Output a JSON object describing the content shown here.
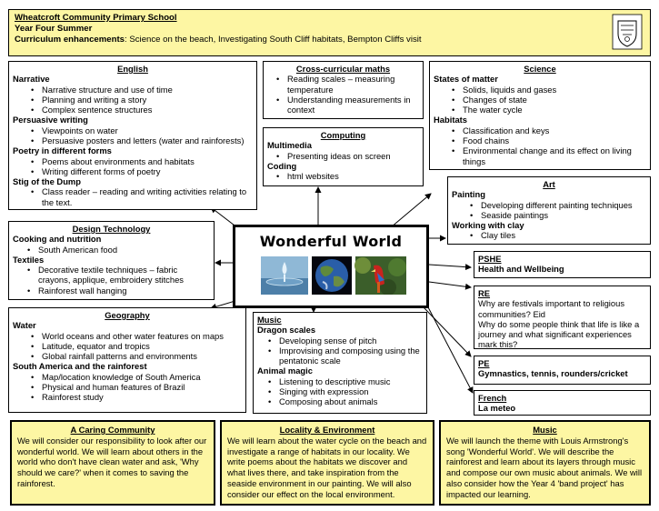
{
  "header": {
    "school": "Wheatcroft Community Primary School",
    "term": "Year Four Summer",
    "curriculum_label": "Curriculum enhancements",
    "curriculum_text": ": Science on the beach, Investigating South Cliff habitats, Bempton Cliffs visit"
  },
  "center": {
    "title": "Wonderful World"
  },
  "english": {
    "title": "English",
    "sections": [
      {
        "heading": "Narrative",
        "items": [
          "Narrative structure and use of time",
          "Planning and writing a story",
          "Complex sentence structures"
        ]
      },
      {
        "heading": "Persuasive writing",
        "items": [
          "Viewpoints on water",
          "Persuasive posters and letters (water and rainforests)"
        ]
      },
      {
        "heading": "Poetry in different forms",
        "items": [
          "Poems about environments and habitats",
          "Writing different forms of poetry"
        ]
      },
      {
        "heading": "Stig of the Dump",
        "items": [
          "Class reader – reading and writing activities relating to the text."
        ]
      }
    ]
  },
  "maths": {
    "title": "Cross-curricular maths",
    "items": [
      "Reading scales – measuring temperature",
      "Understanding measurements in context"
    ]
  },
  "computing": {
    "title": "Computing",
    "sections": [
      {
        "heading": "Multimedia",
        "items": [
          "Presenting ideas on screen"
        ]
      },
      {
        "heading": "Coding",
        "items": [
          "html websites"
        ]
      }
    ]
  },
  "science": {
    "title": "Science",
    "sections": [
      {
        "heading": "States of matter",
        "items": [
          "Solids, liquids and gases",
          "Changes of state",
          "The water cycle"
        ]
      },
      {
        "heading": "Habitats",
        "items": [
          "Classification and keys",
          "Food chains",
          "Environmental change and its effect on living things"
        ]
      }
    ]
  },
  "art": {
    "title": "Art",
    "sections": [
      {
        "heading": "Painting",
        "items": [
          "Developing different painting techniques",
          "Seaside paintings"
        ]
      },
      {
        "heading": "Working with clay",
        "items": [
          "Clay tiles"
        ]
      }
    ]
  },
  "dt": {
    "title": "Design Technology",
    "sections": [
      {
        "heading": "Cooking and nutrition",
        "items": [
          "South American food"
        ]
      },
      {
        "heading": "Textiles",
        "items": [
          "Decorative textile techniques – fabric crayons, applique, embroidery stitches",
          "Rainforest wall hanging"
        ]
      }
    ]
  },
  "pshe": {
    "title": "PSHE",
    "text": "Health and Wellbeing"
  },
  "re": {
    "title": "RE",
    "text": "Why are festivals important to religious communities?  Eid\nWhy do some people think that life is like a journey and what significant experiences mark this?"
  },
  "geography": {
    "title": "Geography",
    "sections": [
      {
        "heading": "Water",
        "items": [
          "World oceans and other water features on maps",
          "Latitude, equator and tropics",
          "Global rainfall patterns and environments"
        ]
      },
      {
        "heading": "South America and the rainforest",
        "items": [
          "Map/location knowledge of South America",
          "Physical and human features of Brazil",
          "Rainforest study"
        ]
      }
    ]
  },
  "music": {
    "title": "Music",
    "sections": [
      {
        "heading": "Dragon scales",
        "items": [
          "Developing sense of pitch",
          "Improvising and composing using the pentatonic scale"
        ]
      },
      {
        "heading": "Animal magic",
        "items": [
          "Listening to descriptive music",
          "Singing with expression",
          "Composing about animals"
        ]
      }
    ]
  },
  "pe": {
    "title": "PE",
    "text": "Gymnastics, tennis, rounders/cricket"
  },
  "french": {
    "title": "French",
    "text": "La meteo"
  },
  "bottom": [
    {
      "title": "A Caring Community",
      "text": "We will consider our responsibility to look after our wonderful world.  We will learn about others in the world who don't have clean water and ask, 'Why should we care?' when it comes to saving the rainforest."
    },
    {
      "title": "Locality & Environment",
      "text": "We will learn about the water cycle on the beach and investigate a range of habitats in our locality. We write poems about the habitats we discover and what lives there, and take inspiration from the seaside environment in our painting.  We will also consider our effect on the local environment."
    },
    {
      "title": "Music",
      "text": "We will launch the theme with Louis Armstrong's song 'Wonderful World'.  We will describe the rainforest and learn about its layers through music and compose our own music about animals.  We will also consider how the Year 4 'band project' has impacted our learning."
    }
  ]
}
